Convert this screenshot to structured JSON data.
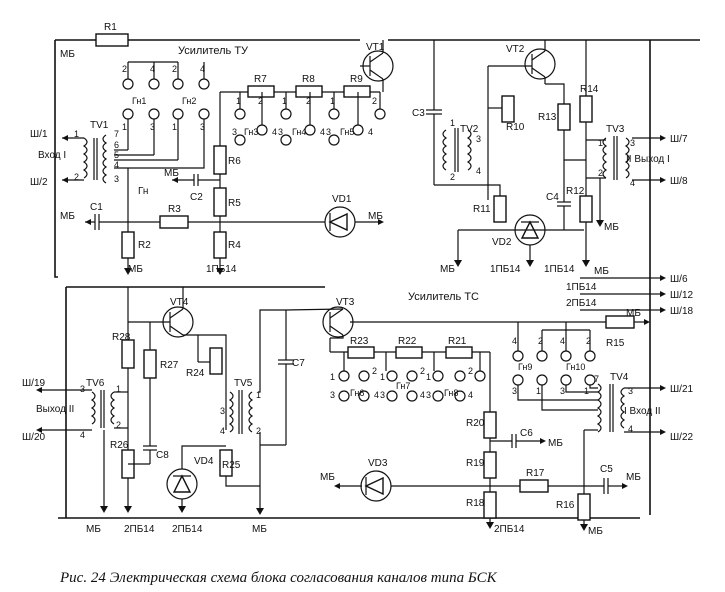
{
  "caption": "Рис. 24 Электрическая схема блока согласования каналов типа БСК",
  "sections": {
    "tu": "Усилитель ТУ",
    "tc": "Усилитель ТС"
  },
  "ports": {
    "in1": "Вход I",
    "out1": "II Выход I",
    "out2": "Выход II",
    "in2": "I Вход II"
  },
  "connectors": {
    "sh1": "Ш/1",
    "sh2": "Ш/2",
    "sh7": "Ш/7",
    "sh8": "Ш/8",
    "sh6": "Ш/6",
    "sh12": "Ш/12",
    "sh18": "Ш/18",
    "sh19": "Ш/19",
    "sh20": "Ш/20",
    "sh21": "Ш/21",
    "sh22": "Ш/22"
  },
  "nets": {
    "mb": "МБ",
    "pb14_1": "1ПБ14",
    "pb14_2": "2ПБ14",
    "gn": "Гн"
  },
  "components": {
    "vt1": "VT1",
    "vt2": "VT2",
    "vt3": "VT3",
    "vt4": "VT4",
    "vd1": "VD1",
    "vd2": "VD2",
    "vd3": "VD3",
    "vd4": "VD4",
    "tv1": "TV1",
    "tv2": "TV2",
    "tv3": "TV3",
    "tv4": "TV4",
    "tv5": "TV5",
    "tv6": "TV6",
    "c1": "C1",
    "c2": "C2",
    "c3": "C3",
    "c4": "C4",
    "c5": "C5",
    "c6": "C6",
    "c7": "C7",
    "c8": "C8",
    "r1": "R1",
    "r2": "R2",
    "r3": "R3",
    "r4": "R4",
    "r5": "R5",
    "r6": "R6",
    "r7": "R7",
    "r8": "R8",
    "r9": "R9",
    "r10": "R10",
    "r11": "R11",
    "r12": "R12",
    "r13": "R13",
    "r14": "R14",
    "r15": "R15",
    "r16": "R16",
    "r17": "R17",
    "r18": "R18",
    "r19": "R19",
    "r20": "R20",
    "r21": "R21",
    "r22": "R22",
    "r23": "R23",
    "r24": "R24",
    "r25": "R25",
    "r26": "R26",
    "r27": "R27",
    "r28": "R28"
  },
  "jacks": {
    "gn1": "Гн1",
    "gn2": "Гн2",
    "gn3": "Гн3",
    "gn4": "Гн4",
    "gn5": "Гн5",
    "gn6": "Гн6",
    "gn7": "Гн7",
    "gn8": "Гн8",
    "gn9": "Гн9",
    "gn10": "Гн10"
  },
  "pins": {
    "p1": "1",
    "p2": "2",
    "p3": "3",
    "p4": "4",
    "p5": "5",
    "p6": "6",
    "p7": "7"
  }
}
